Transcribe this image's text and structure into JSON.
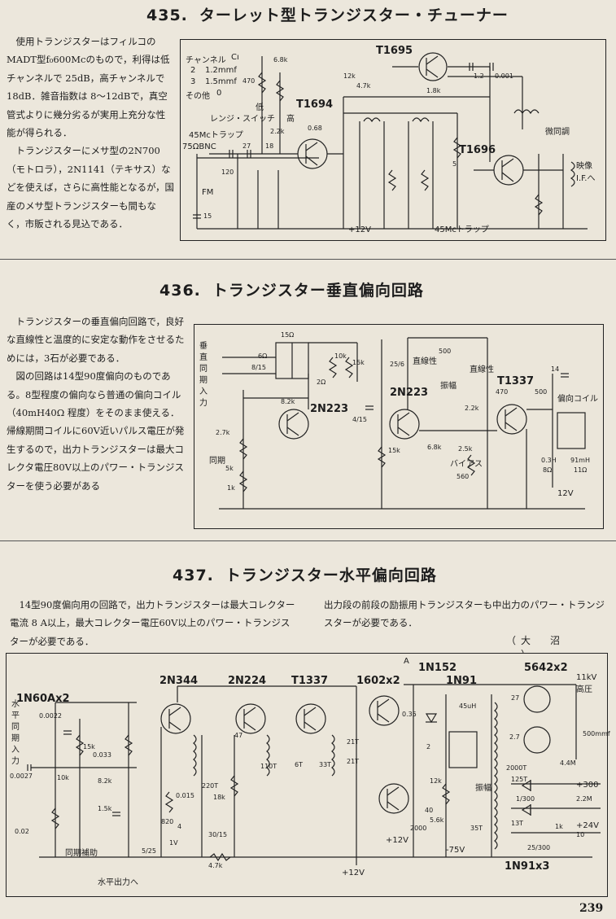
{
  "sec435": {
    "num": "435.",
    "title": "ターレット型トランジスター・チューナー",
    "text": [
      "使用トランジスターはフィルコのMADT型f₀600Mcのもので，利得は低チャンネルで 25dB，高チャンネルで 18dB．雑音指数は 8～12dBで，真空管式よりに幾分劣るが実用上充分な性能が得られる．",
      "トランジスターにメサ型の2N700（モトロラ），2N1141（テキサス）などを使えば，さらに高性能となるが，国産のメサ型トランジスターも間もなく，市販される見込である．"
    ],
    "labels": {
      "channel": "チャンネル",
      "ci": "Cı",
      "ch2": "2",
      "ch2_val": "1.2mmf",
      "ch3": "3",
      "ch3_val": "1.5mmf",
      "other": "その他",
      "other_val": "0",
      "t1695": "T1695",
      "t1694": "T1694",
      "t1696": "T1696",
      "range_switch": "レンジ・スイッチ",
      "low": "低",
      "high": "高",
      "trap45": "45Mcトラップ",
      "bnc": "75ΩBNC",
      "fm": "FM",
      "fine_tune": "微同調",
      "video_if": "映像\nI.F.へ",
      "plus12": "+12V",
      "trap45b": "45Mcトラップ",
      "r68k": "6.8k",
      "r12k": "12k",
      "r470": "470",
      "r22k": "2.2k",
      "r47k": "4.7k",
      "r18k": "1.8k",
      "c12": "1.2",
      "c0001": "0.001",
      "c068": "0.68",
      "c27": "27",
      "c18": "18",
      "c120": "120",
      "c15": "15",
      "c5": "5"
    }
  },
  "sec436": {
    "num": "436.",
    "title": "トランジスター垂直偏向回路",
    "text": [
      "トランジスターの垂直偏向回路で，良好な直線性と温度的に安定な動作をさせるためには，3石が必要である．",
      "図の回路は14型90度偏向のものである。8型程度の偏向なら普通の偏向コイル（40mH40Ω 程度）をそのまま使える．帰線期間コイルに60V近いパルス電圧が発生するので，出力トランジスターは最大コレクタ電圧80V以上のパワー・トランジスターを使う必要がある"
    ],
    "labels": {
      "vsync_in": "垂直同期入力",
      "t2n223a": "2N223",
      "t2n223b": "2N223",
      "t1337": "T1337",
      "sync": "同期",
      "linearity1": "直線性",
      "linearity2": "直線性",
      "amplitude": "振幅",
      "bias": "バイアス",
      "deflect_coil": "偏向コイル",
      "coil_spec1": "0.3H",
      "coil_spec2": "8Ω",
      "coil_spec3": "91mH",
      "coil_spec4": "11Ω",
      "v12": "12V",
      "r15o": "15Ω",
      "r6o": "6Ω",
      "c815": "8/15",
      "r10k": "10k",
      "r15k": "15k",
      "r2o": "2Ω",
      "r82k": "8.2k",
      "r27k": "2.7k",
      "r5k": "5k",
      "r1k": "1k",
      "c415": "4/15",
      "c256": "25/6",
      "r500": "500",
      "r22k": "2.2k",
      "r68k": "6.8k",
      "r25k": "2.5k",
      "r560": "560",
      "r470": "470",
      "c14": "14",
      "c500": "500",
      "r15kb": "15k"
    }
  },
  "sec437": {
    "num": "437.",
    "title": "トランジスター水平偏向回路",
    "text_left": "14型90度偏向用の回路で，出力トランジスターは最大コレクター電流 8 A以上，最大コレクター電圧60V以上のパワー・トランジスターが必要である．",
    "text_right": "出力段の前段の励振用トランジスターも中出力のパワー・トランジスターが必要である．",
    "author": "（大　沼　　一）",
    "labels": {
      "d1n60a": "1N60Ax2",
      "t2n344": "2N344",
      "t2n224": "2N224",
      "t1337": "T1337",
      "t1602": "1602x2",
      "d1n152": "1N152",
      "d1n91": "1N91",
      "t5642": "5642x2",
      "hsync_in": "水平同期入力",
      "sync_assist": "同期補助",
      "hout": "水平出力へ",
      "hv": "11kV\n高圧",
      "amp": "振幅",
      "plus12a": "+12V",
      "plus12b": "+12V",
      "minus75": "-75V",
      "plus300": "+300",
      "plus24": "+24V",
      "d1n91x3": "1N91x3",
      "a_label": "A",
      "c0022": "0.0022",
      "c0027": "0.0027",
      "c002": "0.02",
      "r15k": "15k",
      "r10k": "10k",
      "r82k": "8.2k",
      "r15kb": "1.5k",
      "c0033": "0.033",
      "r47": "47",
      "r18k": "18k",
      "t220": "220T",
      "t110": "110T",
      "t6": "6T",
      "t33": "33T",
      "t21a": "21T",
      "t21b": "21T",
      "t35": "35T",
      "t2000": "2000T",
      "t125": "125T",
      "t13": "13T",
      "r47k": "4.7k",
      "c3015": "30/15",
      "c525": "5/25",
      "c25300": "25/300",
      "c1300": "1/300",
      "r22m": "2.2M",
      "r44m": "4.4M",
      "c500mmf": "500mmf",
      "r1k": "1k",
      "c10": "10",
      "c2000": "2000",
      "c40": "40",
      "c035": "0.35",
      "c2": "2",
      "c45uh": "45uH",
      "c27": "27",
      "r12k": "12k",
      "r56k": "5.6k",
      "c27b": "2.7",
      "c015": "0.015",
      "r820": "820",
      "r4": "4",
      "r1v": "1V"
    }
  },
  "page_number": "239"
}
